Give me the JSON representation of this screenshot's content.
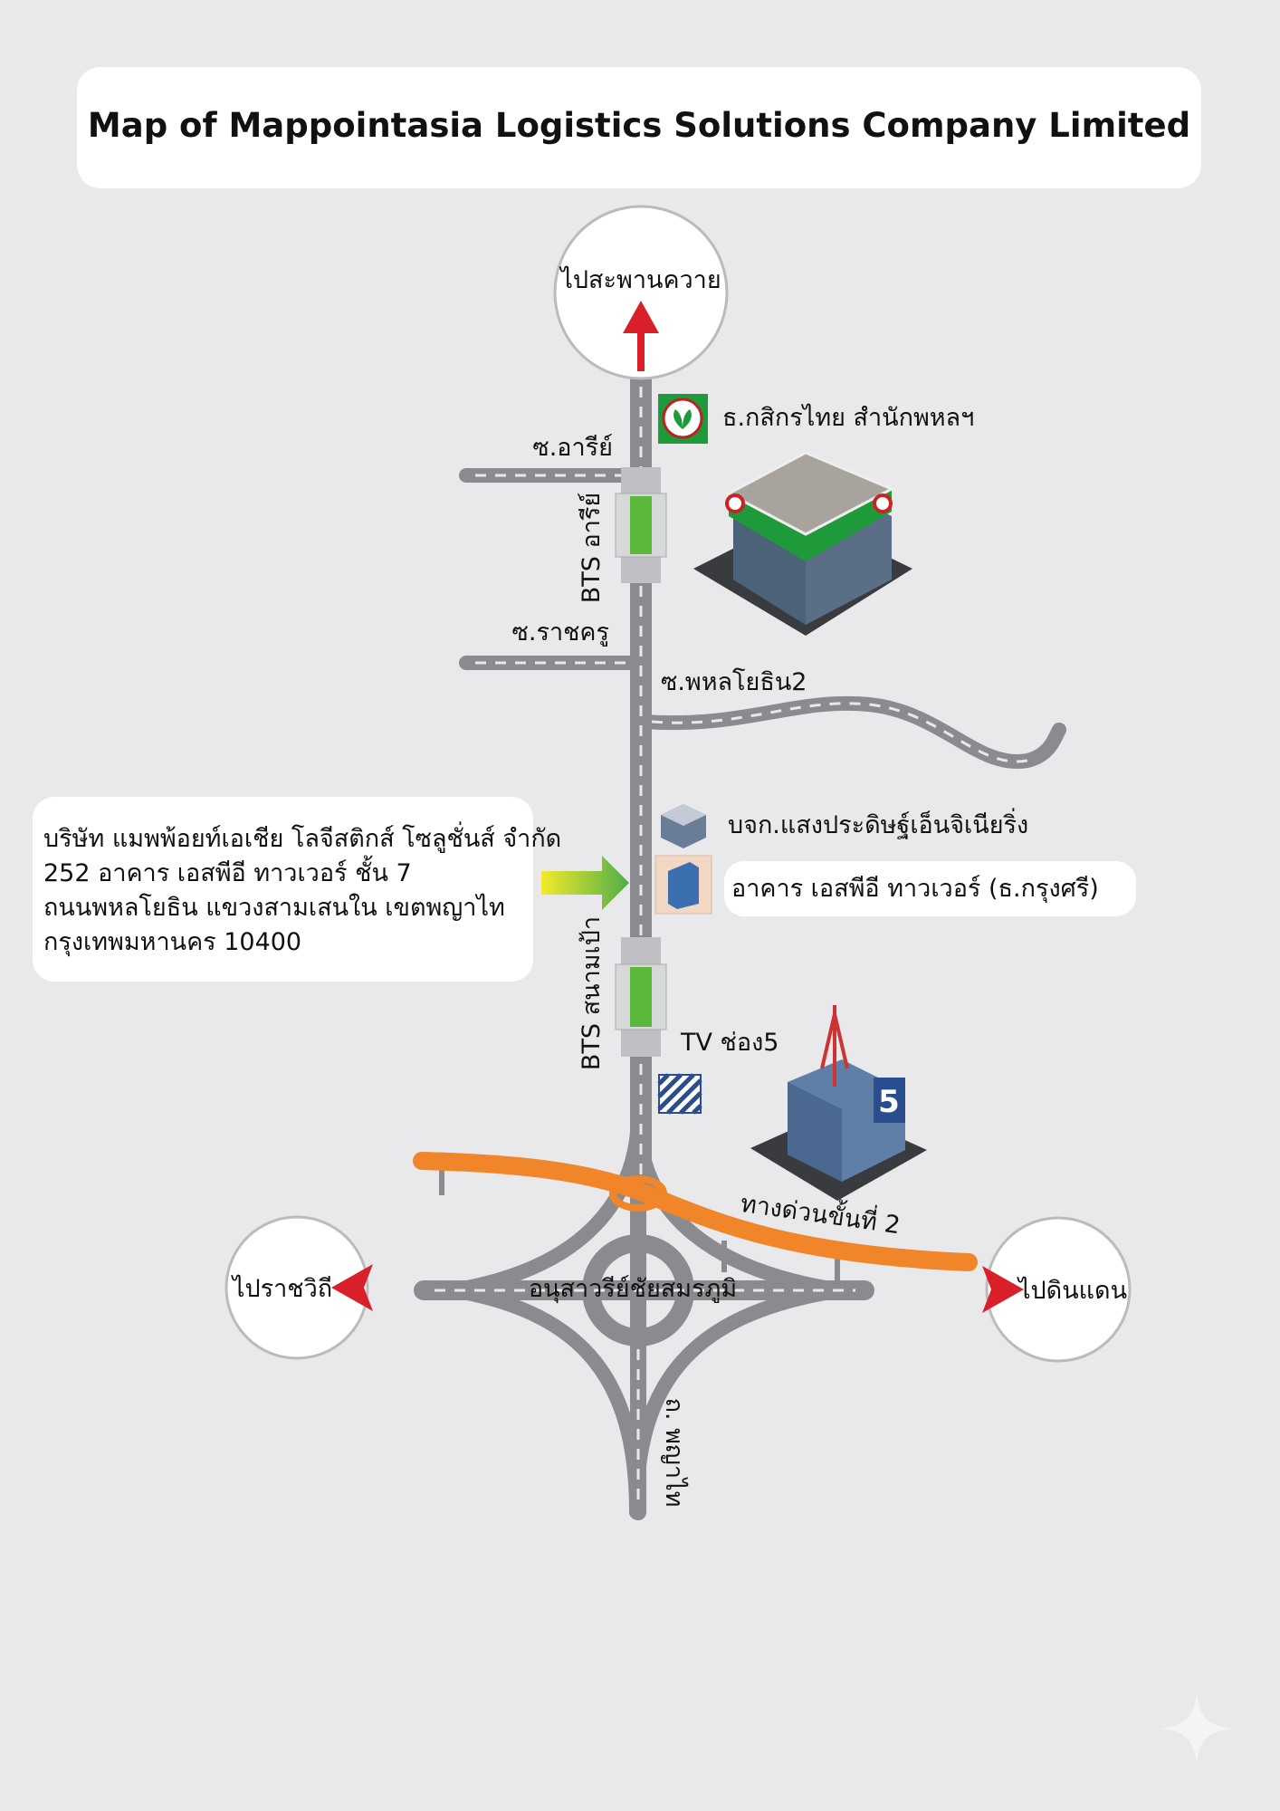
{
  "title": "Map of Mappointasia Logistics Solutions Company Limited",
  "directions": {
    "north": "ไปสะพานควาย",
    "west": "ไปราชวิถี",
    "east": "ไปดินแดน"
  },
  "streets": {
    "soi_ari": "ซ.อารีย์",
    "soi_ratchakhru": "ซ.ราชครู",
    "soi_phahon2": "ซ.พหลโยธิน2",
    "phayathai": "ถ. พญาไท",
    "expressway": "ทางด่วนขั้นที่ 2",
    "monument": "อนุสาวรีย์ชัยสมรภูมิ"
  },
  "stations": {
    "ari": "BTS อารีย์",
    "sanam_pao": "BTS สนามเป้า"
  },
  "landmarks": {
    "kbank": "ธ.กสิกรไทย สำนักพหลฯ",
    "saeng": "บจก.แสงประดิษฐ์เอ็นจิเนียริ่ง",
    "spe_tower": "อาคาร เอสพีอี ทาวเวอร์ (ธ.กรุงศรี)",
    "tv5": "TV ช่อง5"
  },
  "address": {
    "lines": [
      "บริษัท แมพพ้อยท์เอเชีย โลจีสติกส์ โซลูชั่นส์ จำกัด",
      "252 อาคาร เอสพีอี ทาวเวอร์ ชั้น 7",
      "ถนนพหลโยธิน  แขวงสามเสนใน เขตพญาไท",
      "กรุงเทพมหานคร 10400"
    ]
  },
  "colors": {
    "expressway": "#f0852a",
    "arrow_red": "#d9202a",
    "road": "#8a8b8e",
    "bts_green": "#5cb83a",
    "kbank_green": "#1e9a3a"
  }
}
